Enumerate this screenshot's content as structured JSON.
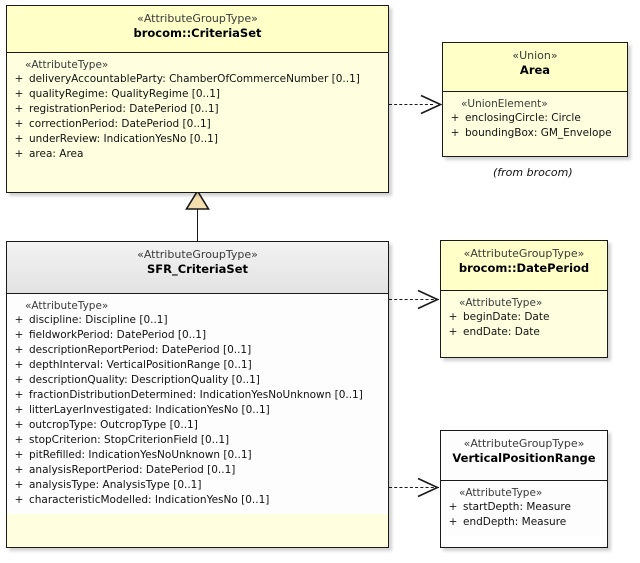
{
  "diagram": {
    "type": "uml-class-diagram",
    "background_color": "#ffffff",
    "note_caption": "(from brocom)",
    "colors": {
      "class_fill": "#ffffe0",
      "header_fill": "#ffffc8",
      "plain_fill": "#ffffff",
      "selected_header_gradient_top": "#f2f2f2",
      "selected_header_gradient_bottom": "#e2e2e2",
      "border": "#1a1a1a",
      "generalization_triangle_fill": "#f5dfae"
    }
  },
  "classes": {
    "brocom_criteriaset": {
      "stereotype": "«AttributeGroupType»",
      "name": "brocom::CriteriaSet",
      "group_stereotype": "«AttributeType»",
      "attributes": [
        {
          "visibility": "+",
          "text": "deliveryAccountableParty: ChamberOfCommerceNumber [0..1]"
        },
        {
          "visibility": "+",
          "text": "qualityRegime: QualityRegime [0..1]"
        },
        {
          "visibility": "+",
          "text": "registrationPeriod: DatePeriod [0..1]"
        },
        {
          "visibility": "+",
          "text": "correctionPeriod: DatePeriod [0..1]"
        },
        {
          "visibility": "+",
          "text": "underReview: IndicationYesNo [0..1]"
        },
        {
          "visibility": "+",
          "text": "area: Area"
        }
      ]
    },
    "area": {
      "stereotype": "«Union»",
      "name": "Area",
      "group_stereotype": "«UnionElement»",
      "attributes": [
        {
          "visibility": "+",
          "text": "enclosingCircle: Circle"
        },
        {
          "visibility": "+",
          "text": "boundingBox: GM_Envelope"
        }
      ]
    },
    "sfr_criteriaset": {
      "stereotype": "«AttributeGroupType»",
      "name": "SFR_CriteriaSet",
      "group_stereotype": "«AttributeType»",
      "attributes": [
        {
          "visibility": "+",
          "text": "discipline: Discipline [0..1]"
        },
        {
          "visibility": "+",
          "text": "fieldworkPeriod: DatePeriod [0..1]"
        },
        {
          "visibility": "+",
          "text": "descriptionReportPeriod: DatePeriod [0..1]"
        },
        {
          "visibility": "+",
          "text": "depthInterval: VerticalPositionRange [0..1]"
        },
        {
          "visibility": "+",
          "text": "descriptionQuality: DescriptionQuality [0..1]"
        },
        {
          "visibility": "+",
          "text": "fractionDistributionDetermined: IndicationYesNoUnknown [0..1]"
        },
        {
          "visibility": "+",
          "text": "litterLayerInvestigated: IndicationYesNo [0..1]"
        },
        {
          "visibility": "+",
          "text": "outcropType: OutcropType [0..1]"
        },
        {
          "visibility": "+",
          "text": "stopCriterion: StopCriterionField [0..1]"
        },
        {
          "visibility": "+",
          "text": "pitRefilled: IndicationYesNoUnknown [0..1]"
        },
        {
          "visibility": "+",
          "text": "analysisReportPeriod: DatePeriod [0..1]"
        },
        {
          "visibility": "+",
          "text": "analysisType: AnalysisType [0..1]"
        },
        {
          "visibility": "+",
          "text": "characteristicModelled: IndicationYesNo [0..1]"
        }
      ]
    },
    "brocom_dateperiod": {
      "stereotype": "«AttributeGroupType»",
      "name": "brocom::DatePeriod",
      "group_stereotype": "«AttributeType»",
      "attributes": [
        {
          "visibility": "+",
          "text": "beginDate: Date"
        },
        {
          "visibility": "+",
          "text": "endDate: Date"
        }
      ]
    },
    "verticalpositionrange": {
      "stereotype": "«AttributeGroupType»",
      "name": "VerticalPositionRange",
      "group_stereotype": "«AttributeType»",
      "attributes": [
        {
          "visibility": "+",
          "text": "startDepth: Measure"
        },
        {
          "visibility": "+",
          "text": "endDepth: Measure"
        }
      ]
    }
  },
  "relationships": [
    {
      "kind": "generalization",
      "from": "SFR_CriteriaSet",
      "to": "brocom::CriteriaSet"
    },
    {
      "kind": "dependency",
      "from": "brocom::CriteriaSet",
      "to": "Area"
    },
    {
      "kind": "dependency",
      "from": "SFR_CriteriaSet",
      "to": "brocom::DatePeriod"
    },
    {
      "kind": "dependency",
      "from": "SFR_CriteriaSet",
      "to": "VerticalPositionRange"
    }
  ]
}
